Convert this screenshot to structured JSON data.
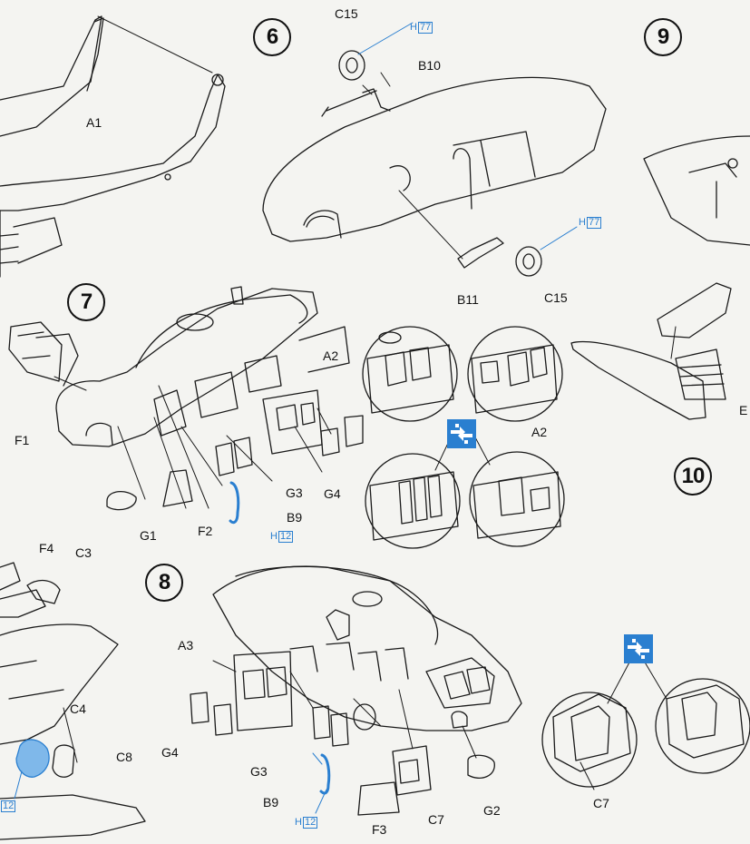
{
  "steps": {
    "s6": "6",
    "s7": "7",
    "s8": "8",
    "s9": "9",
    "s10": "10"
  },
  "labels": {
    "A1": "A1",
    "C15_top": "C15",
    "B10": "B10",
    "B11": "B11",
    "C15_bottom": "C15",
    "F1": "F1",
    "A2_left": "A2",
    "G3_s7": "G3",
    "G4_s7": "G4",
    "B9_s7": "B9",
    "G1": "G1",
    "F2": "F2",
    "A2_right": "A2",
    "E": "E",
    "F4": "F4",
    "C3": "C3",
    "C4": "C4",
    "C8": "C8",
    "A3": "A3",
    "G4_s8": "G4",
    "G3_s8": "G3",
    "B9_s8": "B9",
    "F3": "F3",
    "C7_s8": "C7",
    "G2": "G2",
    "C7_s10": "C7"
  },
  "paint_callouts": {
    "h77_top": {
      "letter": "H",
      "code": "77"
    },
    "h77_bottom": {
      "letter": "H",
      "code": "77"
    },
    "h12_s7": {
      "letter": "H",
      "code": "12"
    },
    "h12_left": {
      "letter": "",
      "code": "12"
    },
    "h12_s8": {
      "letter": "H",
      "code": "12"
    }
  },
  "colors": {
    "line": "#1a1a1a",
    "paint_blue": "#2a7fd0",
    "background": "#f4f4f1"
  },
  "icons": {
    "option_a_or_b": "swap-icon"
  }
}
